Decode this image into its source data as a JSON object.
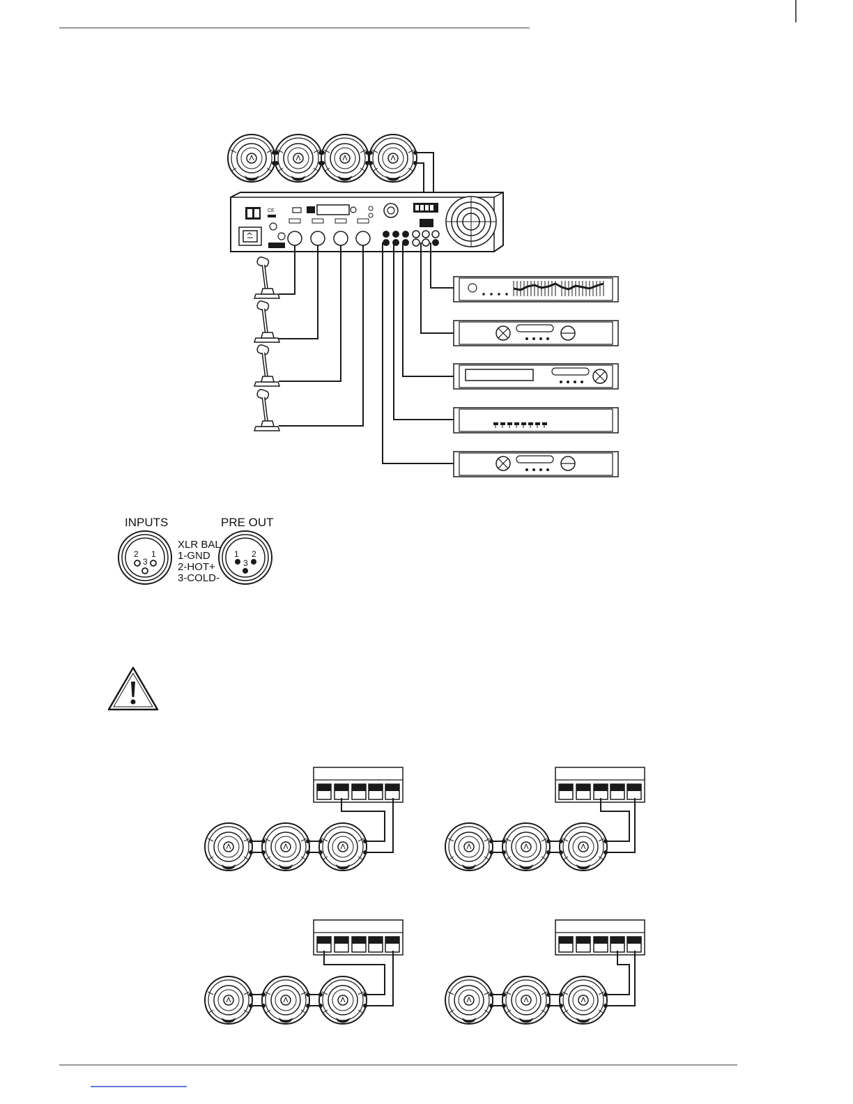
{
  "xlr_legend": {
    "inputs_label": "INPUTS",
    "pre_out_label": "PRE OUT",
    "type_label": "XLR BAL",
    "pin1_label": "1-GND",
    "pin2_label": "2-HOT+",
    "pin3_label": "3-COLD-",
    "input_pins": [
      "2",
      "1",
      "3"
    ],
    "output_pins": [
      "1",
      "2",
      "3"
    ]
  },
  "icons": {
    "warning": "warning-triangle-icon",
    "speaker": "ceiling-speaker-icon",
    "microphone": "desk-microphone-icon"
  },
  "colors": {
    "line": "#1a1a1a",
    "rule": "#9a9a9a",
    "link": "#2b4cc9"
  }
}
